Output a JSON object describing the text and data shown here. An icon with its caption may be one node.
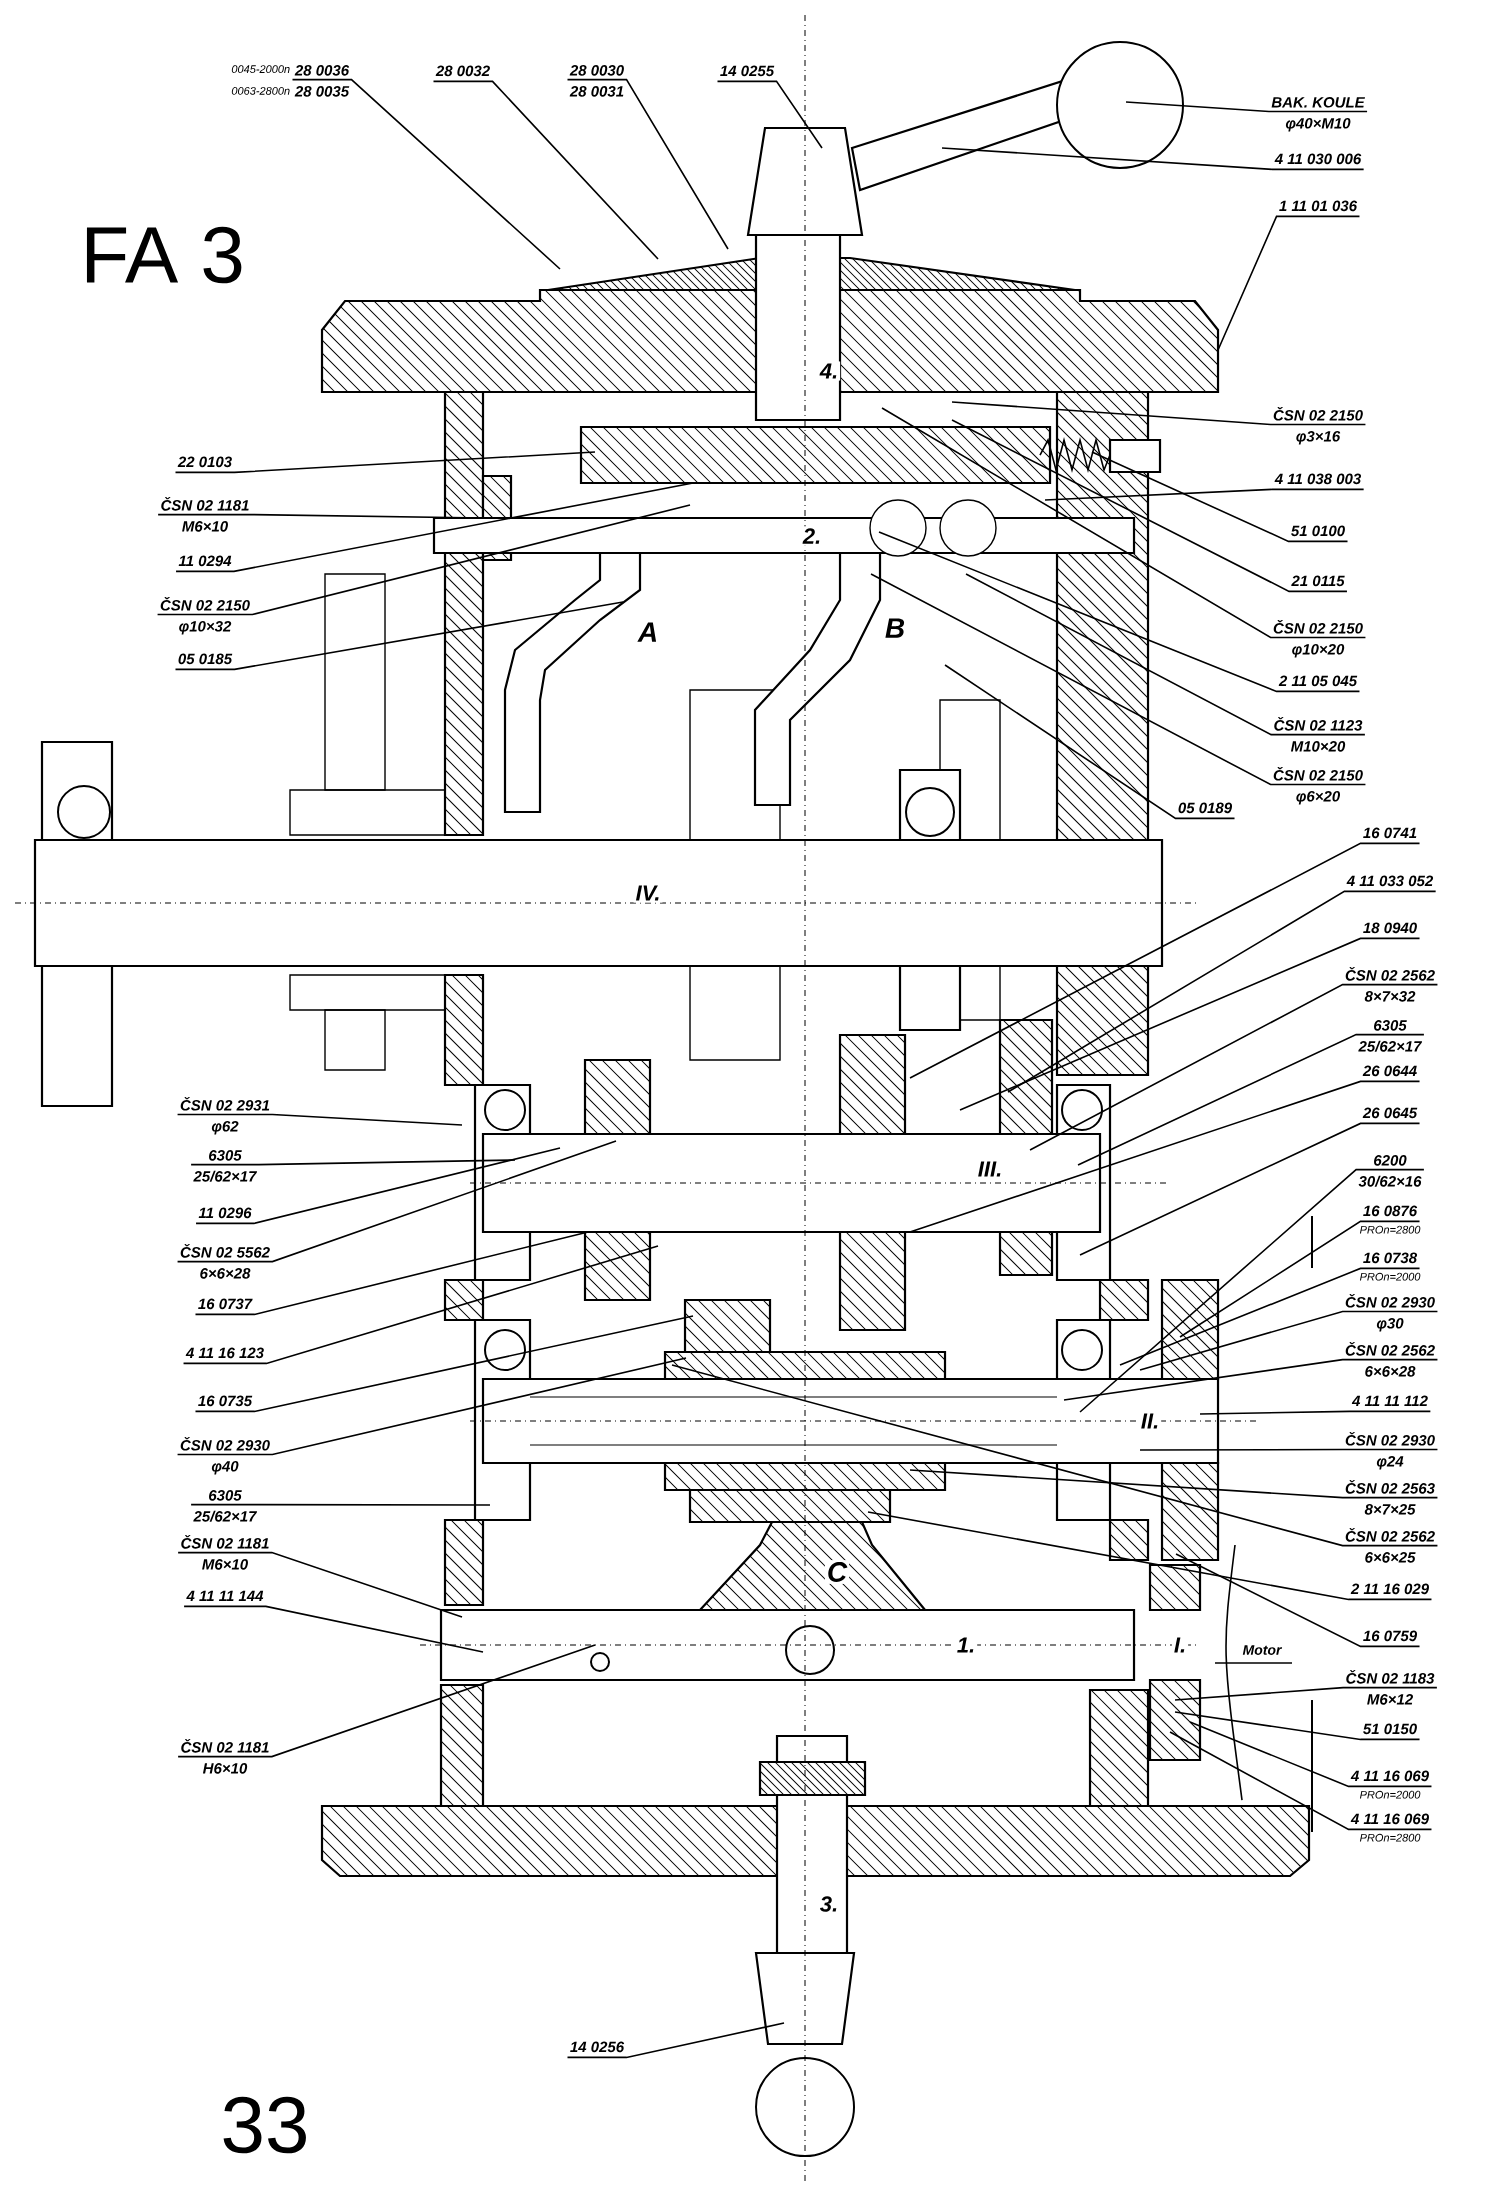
{
  "diagram": {
    "title": "FA 3",
    "nodes": [
      {
        "text": [
          "28 0036",
          "28 0035"
        ],
        "beside": [
          "0045-2000n",
          "0063-2800n"
        ]
      },
      {
        "text": [
          "28 0032"
        ]
      },
      {
        "text": [
          "28 0030",
          "28 0031"
        ]
      },
      {
        "text": [
          "14 0255"
        ]
      },
      {
        "text": [
          "BAK. KOULE",
          "φ40×M10"
        ]
      },
      {
        "text": [
          "4 11 030 006"
        ]
      },
      {
        "text": [
          "1 11 01 036"
        ]
      },
      {
        "text": [
          "ČSN 02 2150",
          "φ3×16"
        ]
      },
      {
        "text": [
          "4 11 038 003"
        ]
      },
      {
        "text": [
          "51 0100"
        ]
      },
      {
        "text": [
          "21 0115"
        ]
      },
      {
        "text": [
          "ČSN 02 2150",
          "φ10×20"
        ]
      },
      {
        "text": [
          "2 11 05 045"
        ]
      },
      {
        "text": [
          "ČSN 02 1123",
          "M10×20"
        ]
      },
      {
        "text": [
          "ČSN 02 2150",
          "φ6×20"
        ]
      },
      {
        "text": [
          "05 0189"
        ]
      },
      {
        "text": [
          "16 0741"
        ]
      },
      {
        "text": [
          "4 11 033 052"
        ]
      },
      {
        "text": [
          "18 0940"
        ]
      },
      {
        "text": [
          "ČSN 02 2562",
          "8×7×32"
        ]
      },
      {
        "text": [
          "6305",
          "25/62×17"
        ]
      },
      {
        "text": [
          "26 0644"
        ]
      },
      {
        "text": [
          "26 0645"
        ]
      },
      {
        "text": [
          "6200",
          "30/62×16"
        ]
      },
      {
        "text": [
          "16 0876"
        ],
        "beside": [
          "PROn=2800"
        ]
      },
      {
        "text": [
          "16 0738"
        ],
        "beside": [
          "PROn=2000"
        ]
      },
      {
        "text": [
          "ČSN 02 2930",
          "φ30"
        ]
      },
      {
        "text": [
          "ČSN 02 2562",
          "6×6×28"
        ]
      },
      {
        "text": [
          "4 11 11 112"
        ]
      },
      {
        "text": [
          "ČSN 02 2930",
          "φ24"
        ]
      },
      {
        "text": [
          "ČSN 02 2563",
          "8×7×25"
        ]
      },
      {
        "text": [
          "ČSN 02 2562",
          "6×6×25"
        ]
      },
      {
        "text": [
          "2 11 16 029"
        ]
      },
      {
        "text": [
          "16 0759"
        ]
      },
      {
        "text": [
          "ČSN 02 1183",
          "M6×12"
        ]
      },
      {
        "text": [
          "51 0150"
        ]
      },
      {
        "text": [
          "4 11 16 069"
        ],
        "beside": [
          "PROn=2000"
        ]
      },
      {
        "text": [
          "4 11 16 069"
        ],
        "beside": [
          "PROn=2800"
        ]
      },
      {
        "text": [
          "22 0103"
        ]
      },
      {
        "text": [
          "ČSN 02 1181",
          "M6×10"
        ]
      },
      {
        "text": [
          "11 0294"
        ]
      },
      {
        "text": [
          "ČSN 02 2150",
          "φ10×32"
        ]
      },
      {
        "text": [
          "05 0185"
        ]
      },
      {
        "text": [
          "ČSN 02 2931",
          "φ62"
        ]
      },
      {
        "text": [
          "6305",
          "25/62×17"
        ]
      },
      {
        "text": [
          "11 0296"
        ]
      },
      {
        "text": [
          "ČSN 02 5562",
          "6×6×28"
        ]
      },
      {
        "text": [
          "16 0737"
        ]
      },
      {
        "text": [
          "4 11 16 123"
        ]
      },
      {
        "text": [
          "16 0735"
        ]
      },
      {
        "text": [
          "ČSN 02 2930",
          "φ40"
        ]
      },
      {
        "text": [
          "6305",
          "25/62×17"
        ]
      },
      {
        "text": [
          "ČSN 02 1181",
          "M6×10"
        ]
      },
      {
        "text": [
          "4 11 11 144"
        ]
      },
      {
        "text": [
          "ČSN 02 1181",
          "H6×10"
        ]
      },
      {
        "text": [
          "14 0256"
        ]
      }
    ],
    "edges": [
      {
        "from": 0,
        "to": null,
        "arrow": "none"
      },
      {
        "from": 1,
        "to": null,
        "arrow": "none"
      },
      {
        "from": 2,
        "to": null,
        "arrow": "none"
      },
      {
        "from": 3,
        "to": null,
        "arrow": "none"
      },
      {
        "from": 4,
        "to": null,
        "arrow": "none"
      },
      {
        "from": 5,
        "to": null,
        "arrow": "none"
      },
      {
        "from": 6,
        "to": null,
        "arrow": "none"
      },
      {
        "from": 7,
        "to": null,
        "arrow": "none"
      },
      {
        "from": 8,
        "to": null,
        "arrow": "none"
      },
      {
        "from": 9,
        "to": null,
        "arrow": "none"
      },
      {
        "from": 10,
        "to": null,
        "arrow": "none"
      },
      {
        "from": 11,
        "to": null,
        "arrow": "none"
      },
      {
        "from": 12,
        "to": null,
        "arrow": "none"
      },
      {
        "from": 13,
        "to": null,
        "arrow": "none"
      },
      {
        "from": 14,
        "to": null,
        "arrow": "none"
      },
      {
        "from": 15,
        "to": null,
        "arrow": "none"
      },
      {
        "from": 16,
        "to": null,
        "arrow": "none"
      },
      {
        "from": 17,
        "to": null,
        "arrow": "none"
      },
      {
        "from": 18,
        "to": null,
        "arrow": "none"
      },
      {
        "from": 19,
        "to": null,
        "arrow": "none"
      },
      {
        "from": 20,
        "to": null,
        "arrow": "none"
      },
      {
        "from": 21,
        "to": null,
        "arrow": "none"
      },
      {
        "from": 22,
        "to": null,
        "arrow": "none"
      },
      {
        "from": 23,
        "to": null,
        "arrow": "none"
      },
      {
        "from": 24,
        "to": null,
        "arrow": "none"
      },
      {
        "from": 25,
        "to": null,
        "arrow": "none"
      },
      {
        "from": 26,
        "to": null,
        "arrow": "none"
      },
      {
        "from": 27,
        "to": null,
        "arrow": "none"
      },
      {
        "from": 28,
        "to": null,
        "arrow": "none"
      },
      {
        "from": 29,
        "to": null,
        "arrow": "none"
      },
      {
        "from": 30,
        "to": null,
        "arrow": "none"
      },
      {
        "from": 31,
        "to": null,
        "arrow": "none"
      },
      {
        "from": 32,
        "to": null,
        "arrow": "none"
      },
      {
        "from": 33,
        "to": null,
        "arrow": "none"
      },
      {
        "from": 34,
        "to": null,
        "arrow": "none"
      },
      {
        "from": 35,
        "to": null,
        "arrow": "none"
      },
      {
        "from": 36,
        "to": null,
        "arrow": "none"
      },
      {
        "from": 37,
        "to": null,
        "arrow": "none"
      },
      {
        "from": 38,
        "to": null,
        "arrow": "none"
      },
      {
        "from": 39,
        "to": null,
        "arrow": "none"
      },
      {
        "from": 40,
        "to": null,
        "arrow": "none"
      },
      {
        "from": 41,
        "to": null,
        "arrow": "none"
      },
      {
        "from": 42,
        "to": null,
        "arrow": "none"
      },
      {
        "from": 43,
        "to": null,
        "arrow": "none"
      },
      {
        "from": 44,
        "to": null,
        "arrow": "none"
      },
      {
        "from": 45,
        "to": null,
        "arrow": "none"
      },
      {
        "from": 46,
        "to": null,
        "arrow": "none"
      },
      {
        "from": 47,
        "to": null,
        "arrow": "none"
      },
      {
        "from": 48,
        "to": null,
        "arrow": "none"
      },
      {
        "from": 49,
        "to": null,
        "arrow": "none"
      },
      {
        "from": 50,
        "to": null,
        "arrow": "none"
      },
      {
        "from": 51,
        "to": null,
        "arrow": "none"
      },
      {
        "from": 52,
        "to": null,
        "arrow": "none"
      },
      {
        "from": 53,
        "to": null,
        "arrow": "none"
      },
      {
        "from": 54,
        "to": null,
        "arrow": "none"
      },
      {
        "from": 55,
        "to": null,
        "arrow": "none"
      }
    ],
    "labels": [
      "4.",
      "2.",
      "A",
      "B",
      "IV.",
      "III.",
      "II.",
      "C",
      "1.",
      "I.",
      "Motor",
      "3.",
      "33"
    ]
  }
}
